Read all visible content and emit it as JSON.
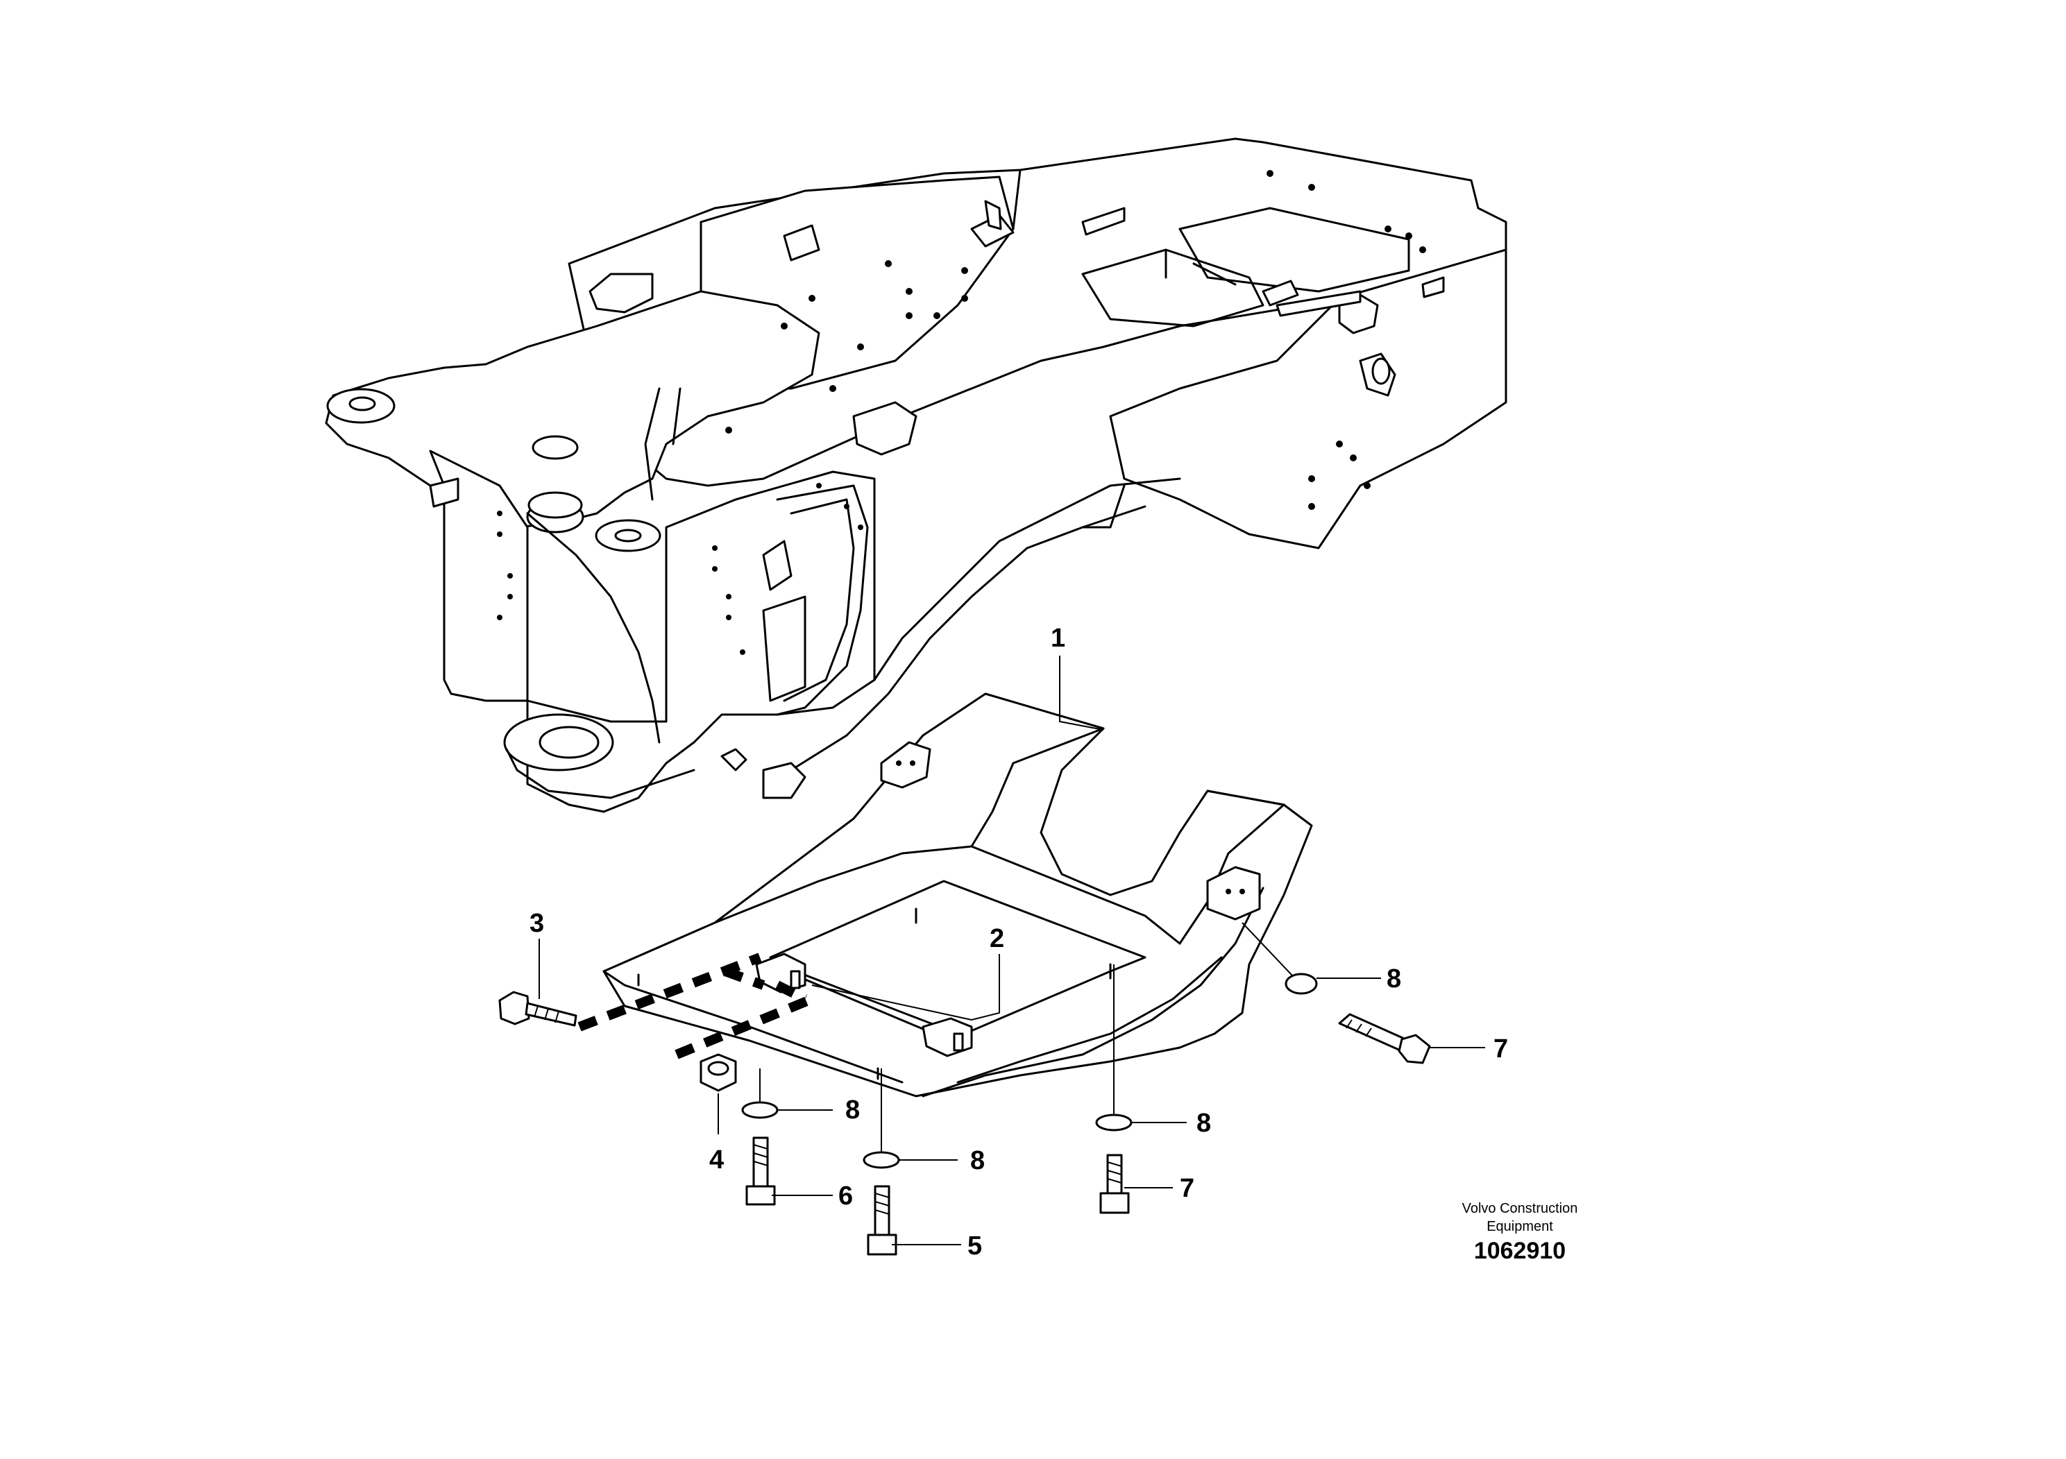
{
  "diagram": {
    "callouts": [
      {
        "id": "1",
        "label": "1"
      },
      {
        "id": "2",
        "label": "2"
      },
      {
        "id": "3",
        "label": "3"
      },
      {
        "id": "4",
        "label": "4"
      },
      {
        "id": "5",
        "label": "5"
      },
      {
        "id": "6",
        "label": "6"
      },
      {
        "id": "7a",
        "label": "7"
      },
      {
        "id": "7b",
        "label": "7"
      },
      {
        "id": "8a",
        "label": "8"
      },
      {
        "id": "8b",
        "label": "8"
      },
      {
        "id": "8c",
        "label": "8"
      },
      {
        "id": "8d",
        "label": "8"
      }
    ]
  },
  "footer": {
    "brand_line1": "Volvo Construction",
    "brand_line2": "Equipment",
    "drawing_number": "1062910"
  }
}
